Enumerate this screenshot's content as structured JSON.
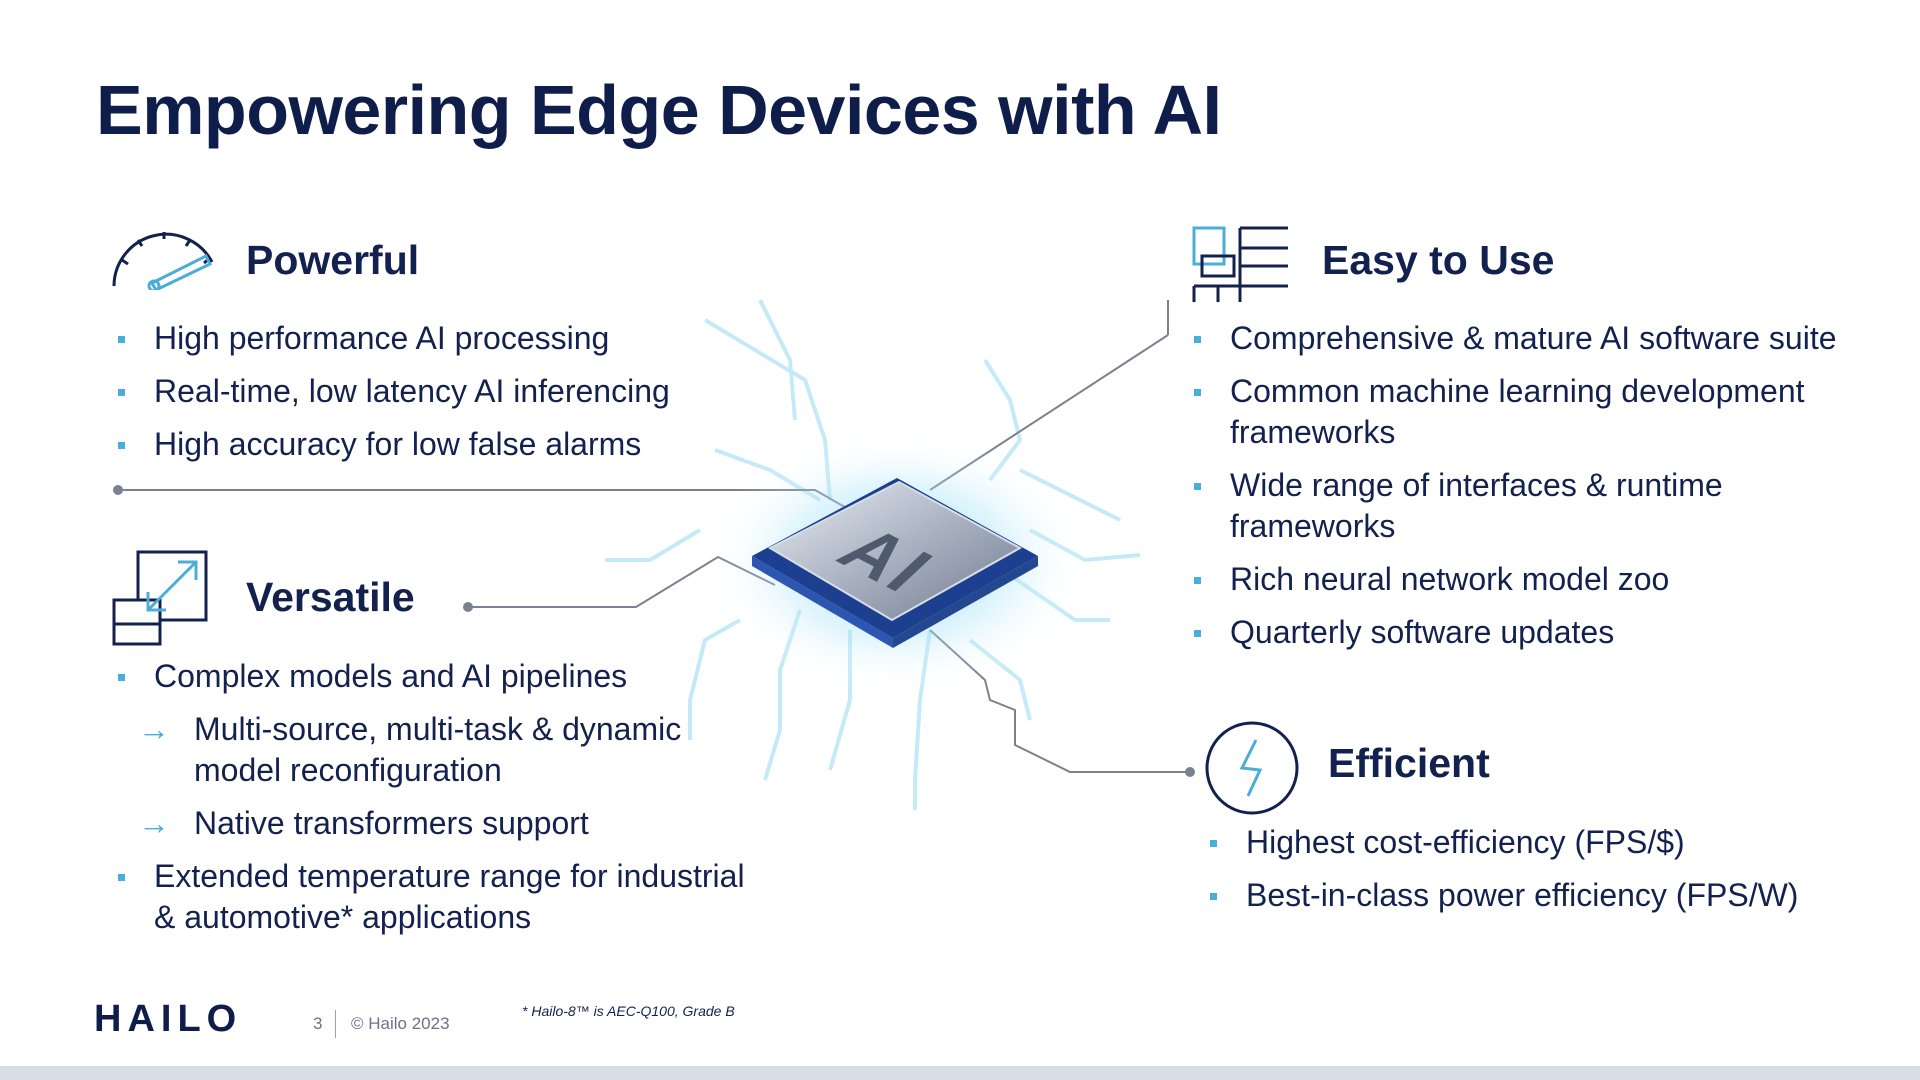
{
  "slide": {
    "title": "Empowering Edge Devices with AI",
    "chip_label": "AI",
    "colors": {
      "navy": "#0f1d4b",
      "accent": "#4aaed8"
    }
  },
  "powerful": {
    "title": "Powerful",
    "icon": "speedometer-icon",
    "items": [
      "High performance AI processing",
      "Real-time, low latency AI inferencing",
      "High accuracy for low false alarms"
    ]
  },
  "versatile": {
    "title": "Versatile",
    "icon": "resize-icon",
    "items": [
      "Complex models and AI pipelines",
      "Multi-source, multi-task & dynamic model reconfiguration",
      "Native transformers support",
      "Extended temperature range for industrial & automotive* applications"
    ]
  },
  "easy": {
    "title": "Easy to Use",
    "icon": "grid-layout-icon",
    "items": [
      "Comprehensive & mature AI software suite",
      "Common machine learning development frameworks",
      "Wide range of interfaces & runtime frameworks",
      "Rich neural network model zoo",
      "Quarterly software updates"
    ]
  },
  "efficient": {
    "title": "Efficient",
    "icon": "lightning-icon",
    "items": [
      "Highest cost-efficiency (FPS/$)",
      "Best-in-class power efficiency (FPS/W)"
    ]
  },
  "footer": {
    "logo": "HAILO",
    "page_number": "3",
    "copyright": "© Hailo 2023",
    "footnote": "* Hailo-8™ is AEC-Q100, Grade B"
  }
}
